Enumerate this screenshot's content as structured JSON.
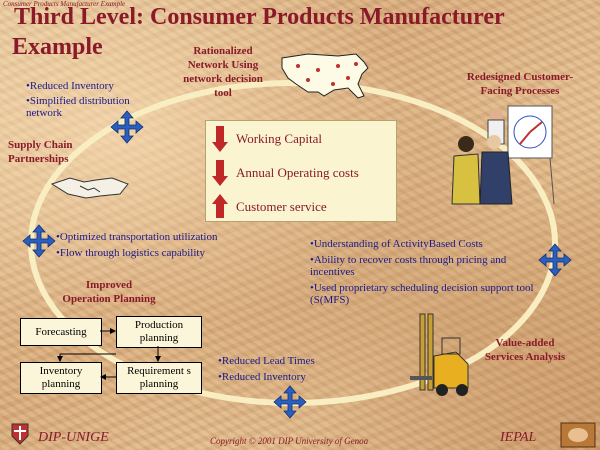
{
  "header": {
    "tiny_caption": "Consumer Products Manufacturer Example",
    "title_line1": "Third Level: Consumer Products Manufacturer",
    "title_line2": "Example"
  },
  "network_tool": {
    "label_lines": [
      "Rationalized",
      "Network Using",
      "network decision",
      "tool"
    ],
    "bullets": [
      "•Reduced Inventory",
      "•Simplified distribution network"
    ]
  },
  "customer_processes": {
    "label_lines": [
      "Redesigned Customer-",
      "Facing Processes"
    ]
  },
  "center": {
    "items": [
      {
        "text": "Working Capital",
        "direction": "down"
      },
      {
        "text": "Annual Operating costs",
        "direction": "down"
      },
      {
        "text": "Customer service",
        "direction": "up"
      }
    ]
  },
  "supply_chain": {
    "label_lines": [
      "Supply Chain",
      "Partnerships"
    ],
    "bullets": [
      "•Optimized transportation utilization",
      "•Flow through logistics capability"
    ]
  },
  "activity": {
    "bullets": [
      "•Understanding of ActivityBased Costs",
      "•Ability to recover costs through pricing and incentives",
      "•Used proprietary scheduling decision support tool (S(MFS)"
    ]
  },
  "operation_planning": {
    "label_lines": [
      "Improved",
      "Operation Planning"
    ],
    "boxes": {
      "forecasting": "Forecasting",
      "production": "Production planning",
      "inventory": "Inventory planning",
      "requirements": "Requirement s planning"
    }
  },
  "lead_times": {
    "bullets": [
      "•Reduced Lead Times",
      "•Reduced Inventory"
    ]
  },
  "value_added": {
    "label_lines": [
      "Value-added",
      "Services Analysis"
    ]
  },
  "footer": {
    "left": "DIP-UNIGE",
    "copyright": "Copyright © 2001 DIP University of Genoa",
    "right": "IEPAL"
  },
  "colors": {
    "title": "#8a1a2a",
    "bullet_text": "#1a1a8c",
    "arrow_blue": "#2a5fc0",
    "down_arrow": "#b02020",
    "ellipse": "#f8eec2"
  }
}
